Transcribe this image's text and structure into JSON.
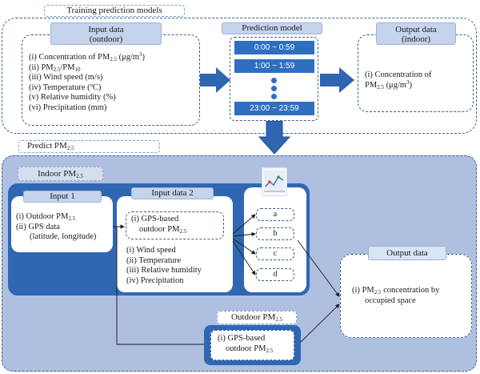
{
  "colors": {
    "panel_bg": "#aebfe0",
    "dark_blue": "#2f67b3",
    "header_bg": "#c5d3ec",
    "arrow": "#2e66b2"
  },
  "training": {
    "title": "Training prediction models",
    "input": {
      "header": [
        "Input data",
        "(outdoor)"
      ],
      "items": [
        [
          "(i) Concentration of PM",
          "2.5",
          " (μg/m",
          "3",
          ")"
        ],
        [
          "(ii) PM",
          "2.5",
          "/PM",
          "10",
          ""
        ],
        [
          "(iii) Wind speed (m/s)"
        ],
        [
          "(iv) Temperature (ºC)"
        ],
        [
          "(v) Relative humidity (%)"
        ],
        [
          "(vi) Precipitation (mm)"
        ]
      ]
    },
    "model": {
      "header": "Prediction model",
      "slots": [
        "0:00 ~ 0:59",
        "1:00 ~ 1:59",
        "23:00 ~ 23:59"
      ]
    },
    "output": {
      "header": [
        "Output data",
        "(indoor)"
      ],
      "line1": "(i) Concentration of",
      "pm": "PM",
      "sub": "2.5",
      "unit": " (μg/m",
      "sup": "3",
      "close": ")"
    }
  },
  "predict": {
    "title": "Predict PM",
    "title_sub": "2.5",
    "indoor": {
      "label": "Indoor PM",
      "sub": "2.5"
    },
    "input1": {
      "header": "Input 1",
      "l1": "(i) Outdoor PM",
      "l1_sub": "2.5",
      "l2": "(ii) GPS data",
      "l3": "(latitude, longitude)"
    },
    "input2": {
      "header": "Input data 2",
      "gps1": "(i) GPS-based",
      "gps2": "outdoor PM",
      "gps_sub": "2.5",
      "items": [
        "(i) Wind speed",
        "(ii) Temperature",
        "(iii) Relative humidity",
        "(iv) Precipitation"
      ]
    },
    "spaces": [
      "a",
      "b",
      "c",
      "d"
    ],
    "output": {
      "header": "Output data",
      "l1": "(i) PM",
      "sub": "2.5",
      "l1b": " concentration by",
      "l2": "occupied space"
    },
    "outdoor": {
      "label": "Outdoor PM",
      "sub": "2.5",
      "l1": "(i) GPS-based",
      "l2": "outdoor PM",
      "l2_sub": "2.5"
    }
  }
}
